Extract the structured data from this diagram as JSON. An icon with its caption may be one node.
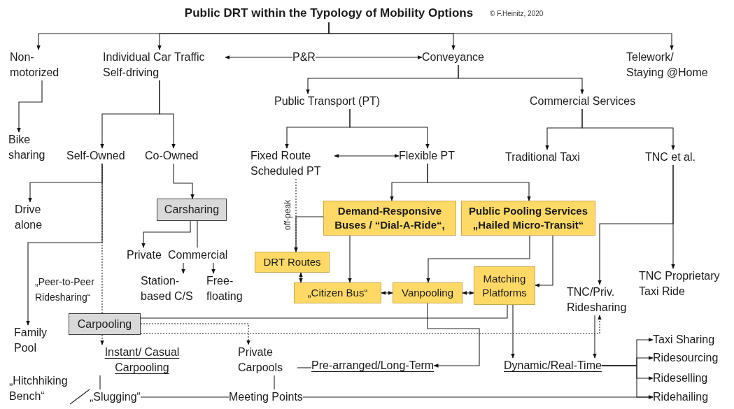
{
  "diagram": {
    "title": "Public DRT within the Typology of Mobility Options",
    "nodes": [
      {
        "text": [
          "Non- motorized"
        ]
      },
      {
        "text": [
          "Individual Car Traffic Self-driving"
        ]
      },
      {
        "text": [
          "P&R"
        ]
      },
      {
        "text": [
          "Conveyance"
        ]
      },
      {
        "text": [
          "Telework/ Staying @Home"
        ]
      },
      {
        "text": [
          "Public Transport (PT)"
        ]
      },
      {
        "text": [
          "Commercial Services"
        ]
      },
      {
        "text": [
          "Bike sharing"
        ]
      },
      {
        "text": [
          "Self-Owned"
        ]
      },
      {
        "text": [
          "Co-Owned"
        ]
      },
      {
        "text": [
          "Fixed Route Scheduled PT"
        ]
      },
      {
        "text": [
          "Flexible PT"
        ]
      },
      {
        "text": [
          "Traditional Taxi"
        ]
      },
      {
        "text": [
          "TNC et al."
        ]
      },
      {
        "text": [
          "Drive alone"
        ]
      },
      {
        "text": [
          "Carsharing"
        ]
      },
      {
        "text": [
          "Demand-Responsive Buses / “Dial-A-Ride“,"
        ]
      },
      {
        "text": [
          "Public Pooling Services „Hailed Micro-Transit“"
        ]
      },
      {
        "text": [
          "Private"
        ]
      },
      {
        "text": [
          "Commercial"
        ]
      },
      {
        "text": [
          "DRT Routes"
        ]
      },
      {
        "text": [
          "„Peer-to-Peer Ridesharing“"
        ]
      },
      {
        "text": [
          "Station- based C/S"
        ]
      },
      {
        "text": [
          "Free- floating"
        ]
      },
      {
        "text": [
          "„Citizen Bus“"
        ]
      },
      {
        "text": [
          "Vanpooling"
        ]
      },
      {
        "text": [
          "Matching Platforms"
        ]
      },
      {
        "text": [
          "TNC/Priv. Ridesharing"
        ]
      },
      {
        "text": [
          "TNC Proprietary Taxi Ride"
        ]
      },
      {
        "text": [
          "Family Pool"
        ]
      },
      {
        "text": [
          "Carpooling"
        ]
      },
      {
        "text": [
          "Instant/ Casual Carpooling"
        ]
      },
      {
        "text": [
          "Private Carpools"
        ]
      },
      {
        "text": [
          "Pre-arranged/Long-Term"
        ]
      },
      {
        "text": [
          "Dynamic/Real-Time"
        ]
      },
      {
        "text": [
          "Taxi Sharing"
        ]
      },
      {
        "text": [
          "Ridesourcing"
        ]
      },
      {
        "text": [
          "Rideselling"
        ]
      },
      {
        "text": [
          "Ridehailing"
        ]
      },
      {
        "text": [
          "„Hitchhiking Bench“"
        ]
      },
      {
        "text": [
          "„Slugging“"
        ]
      },
      {
        "text": [
          "Meeting Points"
        ]
      }
    ],
    "edges": [
      {
        "from": null,
        "to": 0,
        "arrow": "to"
      },
      {
        "from": null,
        "to": 1,
        "arrow": "to"
      },
      {
        "from": null,
        "to": 3,
        "arrow": "to"
      },
      {
        "from": null,
        "to": 4,
        "arrow": "to"
      },
      {
        "from": 2,
        "to": 1,
        "arrow": "to"
      },
      {
        "from": 2,
        "to": 3,
        "arrow": "to"
      },
      {
        "from": 3,
        "to": 5,
        "arrow": "to"
      },
      {
        "from": 3,
        "to": 6,
        "arrow": "to"
      },
      {
        "from": 0,
        "to": 7,
        "arrow": "to"
      },
      {
        "from": 1,
        "to": 8,
        "arrow": "to"
      },
      {
        "from": 1,
        "to": 9,
        "arrow": "to"
      },
      {
        "from": 5,
        "to": 10,
        "arrow": "to"
      },
      {
        "from": 5,
        "to": 11,
        "arrow": "to"
      },
      {
        "from": 10,
        "to": 11,
        "arrow": "both"
      },
      {
        "from": 6,
        "to": 12,
        "arrow": "to"
      },
      {
        "from": 6,
        "to": 13,
        "arrow": "to"
      },
      {
        "from": 8,
        "to": 14,
        "arrow": "to"
      },
      {
        "from": 9,
        "to": 15,
        "arrow": "to"
      },
      {
        "from": 10,
        "to": 20,
        "arrow": "to",
        "label": "off-peak",
        "style": "dashed"
      },
      {
        "from": 16,
        "to": 20,
        "arrow": "to"
      },
      {
        "from": 11,
        "to": 16,
        "arrow": "to"
      },
      {
        "from": 11,
        "to": 17,
        "arrow": "to"
      },
      {
        "from": 15,
        "to": 18,
        "arrow": "to"
      },
      {
        "from": 15,
        "to": 19,
        "arrow": "none"
      },
      {
        "from": 19,
        "to": 22,
        "arrow": "to"
      },
      {
        "from": 19,
        "to": 23,
        "arrow": "to"
      },
      {
        "from": 16,
        "to": 24,
        "arrow": "to"
      },
      {
        "from": 20,
        "to": 24,
        "arrow": "both"
      },
      {
        "from": 24,
        "to": 25,
        "arrow": "both"
      },
      {
        "from": 25,
        "to": 26,
        "arrow": "both"
      },
      {
        "from": 17,
        "to": 25,
        "arrow": "to"
      },
      {
        "from": 17,
        "to": 26,
        "arrow": "to"
      },
      {
        "from": 13,
        "to": 27,
        "arrow": "to"
      },
      {
        "from": 13,
        "to": 28,
        "arrow": "to"
      },
      {
        "from": 8,
        "to": 29,
        "arrow": "to"
      },
      {
        "from": 8,
        "to": 30,
        "arrow": "none",
        "style": "dashed"
      },
      {
        "from": 30,
        "to": 31,
        "arrow": "to",
        "style": "dashed"
      },
      {
        "from": 30,
        "to": 32,
        "arrow": "to",
        "style": "dashed"
      },
      {
        "from": 30,
        "to": 27,
        "arrow": "to",
        "style": "dashed"
      },
      {
        "from": 26,
        "to": 30,
        "arrow": "none"
      },
      {
        "from": 25,
        "to": 33,
        "arrow": "to"
      },
      {
        "from": 26,
        "to": 34,
        "arrow": "to"
      },
      {
        "from": 27,
        "to": 34,
        "arrow": "to"
      },
      {
        "from": 32,
        "to": 33,
        "arrow": "none"
      },
      {
        "from": 32,
        "to": 41,
        "arrow": "none"
      },
      {
        "from": 31,
        "to": 40,
        "arrow": "none"
      },
      {
        "from": 40,
        "to": 41,
        "arrow": "none"
      },
      {
        "from": 39,
        "to": 40,
        "arrow": "none"
      },
      {
        "from": 34,
        "to": 35,
        "arrow": "to"
      },
      {
        "from": 34,
        "to": 36,
        "arrow": "to"
      },
      {
        "from": 34,
        "to": 37,
        "arrow": "to"
      },
      {
        "from": 34,
        "to": 38,
        "arrow": "to"
      },
      {
        "from": 41,
        "to": 38,
        "arrow": "to"
      }
    ],
    "labels": [
      "© F.Heinitz, 2020"
    ]
  }
}
